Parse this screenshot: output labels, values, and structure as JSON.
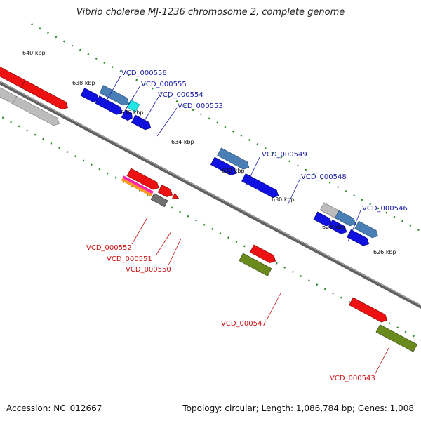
{
  "title": "Vibrio cholerae MJ-1236 chromosome 2, complete genome",
  "footer": {
    "accession": "Accession: NC_012667",
    "topology": "Topology: circular; Length: 1,086,784 bp; Genes: 1,008"
  },
  "scale_labels": [
    "640 kbp",
    "638 kbp",
    "636 kbp",
    "634 kbp",
    "632 kbp",
    "630 kbp",
    "628 kbp",
    "626 kbp"
  ],
  "gene_labels": {
    "forward": [
      "VCD_000556",
      "VCD_000555",
      "VCD_000554",
      "VCD_000553",
      "VCD_000549",
      "VCD_000548",
      "VCD_000546"
    ],
    "reverse": [
      "VCD_000552",
      "VCD_000551",
      "VCD_000550",
      "VCD_000547",
      "VCD_000543"
    ]
  },
  "colors": {
    "forward_label": "#1a1aa8",
    "reverse_label": "#cc1111",
    "gene_blue": "#1010e0",
    "gene_steel": "#4a7fb5",
    "gene_cyan": "#22e6e6",
    "gene_red": "#ee1111",
    "gene_olive": "#6b8a1e",
    "gene_gray": "#bcbcbc",
    "gene_darkgray": "#707070",
    "tick_green": "#1f7a1f",
    "backbone": "#777777"
  }
}
